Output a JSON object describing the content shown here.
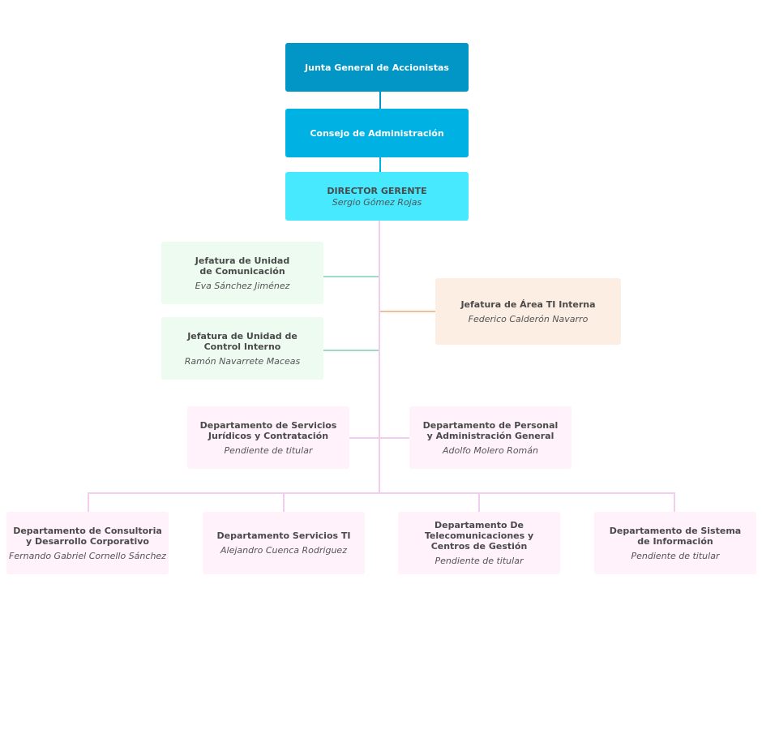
{
  "colors": {
    "junta_bg": "#0196c6",
    "consejo_bg": "#00b2e3",
    "director_bg": "#47e9ff",
    "green_bg": "#edfbf1",
    "orange_bg": "#fdeee3",
    "pink_bg": "#fff2fb",
    "line_top": "#0196c6",
    "line_mid": "#00b2e3",
    "line_green": "#a2dac9",
    "line_orange": "#f5bf96",
    "line_pink": "#f2cdef",
    "white_text": "#ffffff"
  },
  "nodes": {
    "junta": {
      "title": "Junta General de Accionistas"
    },
    "consejo": {
      "title": "Consejo de Administración"
    },
    "director": {
      "title": "DIRECTOR GERENTE",
      "person": "Sergio Gómez Rojas"
    },
    "comunicacion": {
      "title": "Jefatura de Unidad\nde Comunicación",
      "person": "Eva  Sánchez Jiménez"
    },
    "control": {
      "title": "Jefatura de Unidad de\nControl Interno",
      "person": "Ramón Navarrete Maceas"
    },
    "ti_interna": {
      "title": "Jefatura de Área TI Interna",
      "person": "Federico Calderón Navarro"
    },
    "juridicos": {
      "title": "Departamento de Servicios\nJurídicos y Contratación",
      "person": "Pendiente de titular"
    },
    "personal": {
      "title": "Departamento  de Personal\ny Administración General",
      "person": "Adolfo Molero Román"
    },
    "consultoria": {
      "title": "Departamento  de Consultoria\ny Desarrollo Corporativo",
      "person": "Fernando Gabriel Cornello Sánchez"
    },
    "servicios_ti": {
      "title": "Departamento Servicios TI",
      "person": "Alejandro Cuenca Rodriguez"
    },
    "telecom": {
      "title": "Departamento De\nTelecomunicaciones y\nCentros de Gestión",
      "person": "Pendiente de titular"
    },
    "sistema": {
      "title": "Departamento de Sistema\nde Información",
      "person": "Pendiente de titular"
    }
  }
}
